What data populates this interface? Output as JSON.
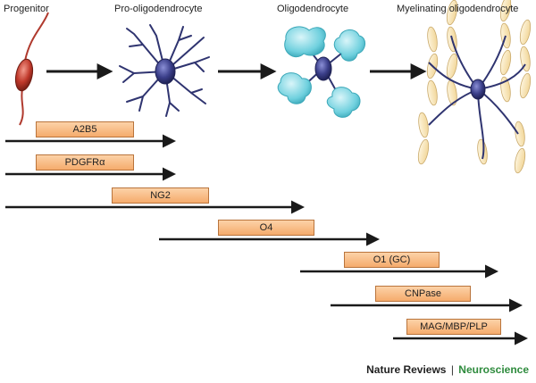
{
  "stages": [
    {
      "id": "progenitor",
      "label": "Progenitor"
    },
    {
      "id": "pro-oligodendrocyte",
      "label": "Pro-oligodendrocyte"
    },
    {
      "id": "oligodendrocyte",
      "label": "Oligodendrocyte"
    },
    {
      "id": "myelinating-oligodendrocyte",
      "label": "Myelinating oligodendrocyte"
    }
  ],
  "markers": [
    {
      "id": "a2b5",
      "label": "A2B5"
    },
    {
      "id": "pdgfra",
      "label": "PDGFRα"
    },
    {
      "id": "ng2",
      "label": "NG2"
    },
    {
      "id": "o4",
      "label": "O4"
    },
    {
      "id": "o1-gc",
      "label": "O1 (GC)"
    },
    {
      "id": "cnpase",
      "label": "CNPase"
    },
    {
      "id": "mag-mbp-plp",
      "label": "MAG/MBP/PLP"
    }
  ],
  "credit": {
    "journal": "Nature Reviews",
    "separator": "|",
    "field": "Neuroscience"
  },
  "colors": {
    "progenitor": "#c0392b",
    "nucleus": "#3b3f8a",
    "process": "#2f3470",
    "membrane": "#6fd0de",
    "myelin": "#fbecc4",
    "marker_box": "#f7b77e",
    "arrow": "#1a1a1a",
    "field": "#2e8b3d"
  },
  "icons": [
    "progenitor-cell-icon",
    "pro-oligodendrocyte-icon",
    "oligodendrocyte-icon",
    "myelinating-oligodendrocyte-icon"
  ]
}
